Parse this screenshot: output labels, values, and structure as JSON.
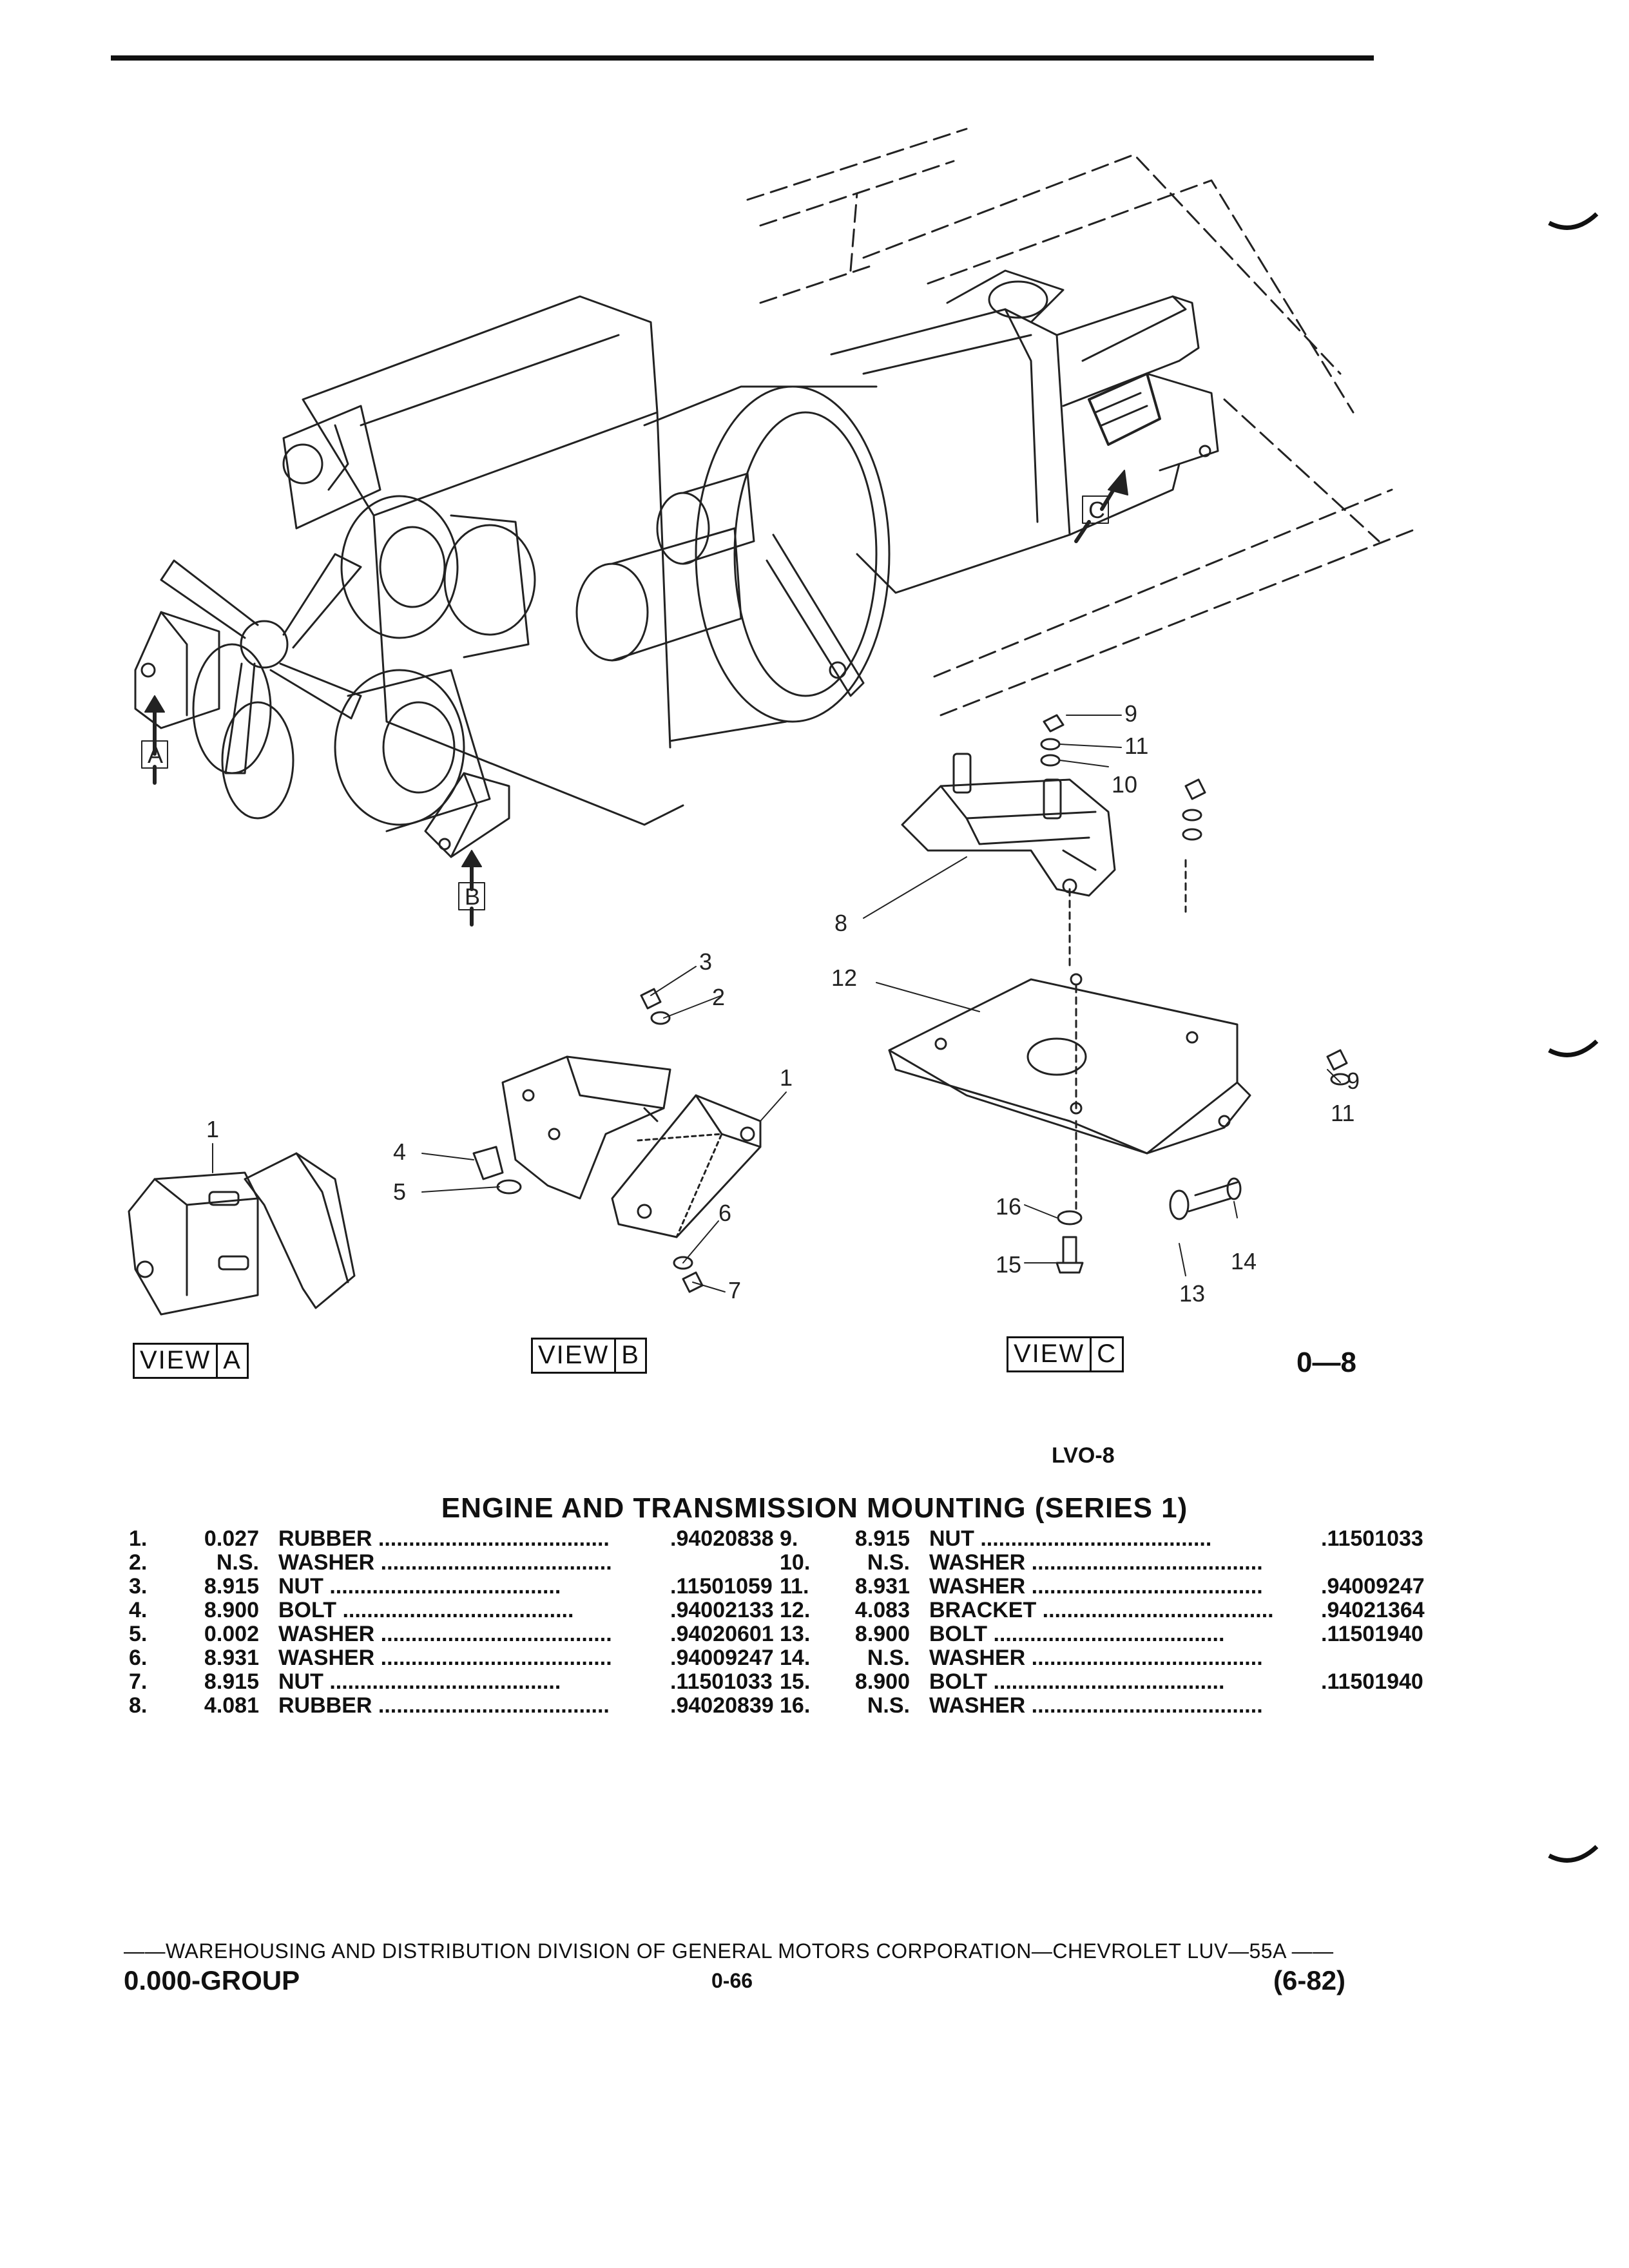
{
  "diagram": {
    "callouts": [
      "1",
      "1",
      "2",
      "3",
      "4",
      "5",
      "6",
      "7",
      "8",
      "9",
      "9",
      "10",
      "11",
      "11",
      "12",
      "13",
      "14",
      "15",
      "16"
    ],
    "arrows": [
      "A",
      "B",
      "C"
    ]
  },
  "views": [
    {
      "prefix": "VIEW",
      "letter": "A"
    },
    {
      "prefix": "VIEW",
      "letter": "B"
    },
    {
      "prefix": "VIEW",
      "letter": "C"
    }
  ],
  "figure_number": "0—8",
  "figure_code": "LVO-8",
  "catalog": {
    "title": "ENGINE AND TRANSMISSION MOUNTING (SERIES 1)",
    "parts_left": [
      {
        "index": "1.",
        "code": "0.027",
        "desc": "RUBBER",
        "part_no": ".94020838"
      },
      {
        "index": "2.",
        "code": "N.S.",
        "desc": "WASHER",
        "part_no": ""
      },
      {
        "index": "3.",
        "code": "8.915",
        "desc": "NUT",
        "part_no": ".11501059"
      },
      {
        "index": "4.",
        "code": "8.900",
        "desc": "BOLT",
        "part_no": ".94002133"
      },
      {
        "index": "5.",
        "code": "0.002",
        "desc": "WASHER",
        "part_no": ".94020601"
      },
      {
        "index": "6.",
        "code": "8.931",
        "desc": "WASHER",
        "part_no": ".94009247"
      },
      {
        "index": "7.",
        "code": "8.915",
        "desc": "NUT",
        "part_no": ".11501033"
      },
      {
        "index": "8.",
        "code": "4.081",
        "desc": "RUBBER",
        "part_no": ".94020839"
      }
    ],
    "parts_right": [
      {
        "index": "9.",
        "code": "8.915",
        "desc": "NUT",
        "part_no": ".11501033"
      },
      {
        "index": "10.",
        "code": "N.S.",
        "desc": "WASHER",
        "part_no": ""
      },
      {
        "index": "11.",
        "code": "8.931",
        "desc": "WASHER",
        "part_no": ".94009247"
      },
      {
        "index": "12.",
        "code": "4.083",
        "desc": "BRACKET",
        "part_no": ".94021364"
      },
      {
        "index": "13.",
        "code": "8.900",
        "desc": "BOLT",
        "part_no": ".11501940"
      },
      {
        "index": "14.",
        "code": "N.S.",
        "desc": "WASHER",
        "part_no": ""
      },
      {
        "index": "15.",
        "code": "8.900",
        "desc": "BOLT",
        "part_no": ".11501940"
      },
      {
        "index": "16.",
        "code": "N.S.",
        "desc": "WASHER",
        "part_no": ""
      }
    ]
  },
  "footer": {
    "line": "——WAREHOUSING AND DISTRIBUTION  DIVISION OF GENERAL MOTORS CORPORATION—CHEVROLET LUV—55A  ——",
    "group": "0.000-GROUP",
    "page": "0-66",
    "date": "(6-82)"
  }
}
